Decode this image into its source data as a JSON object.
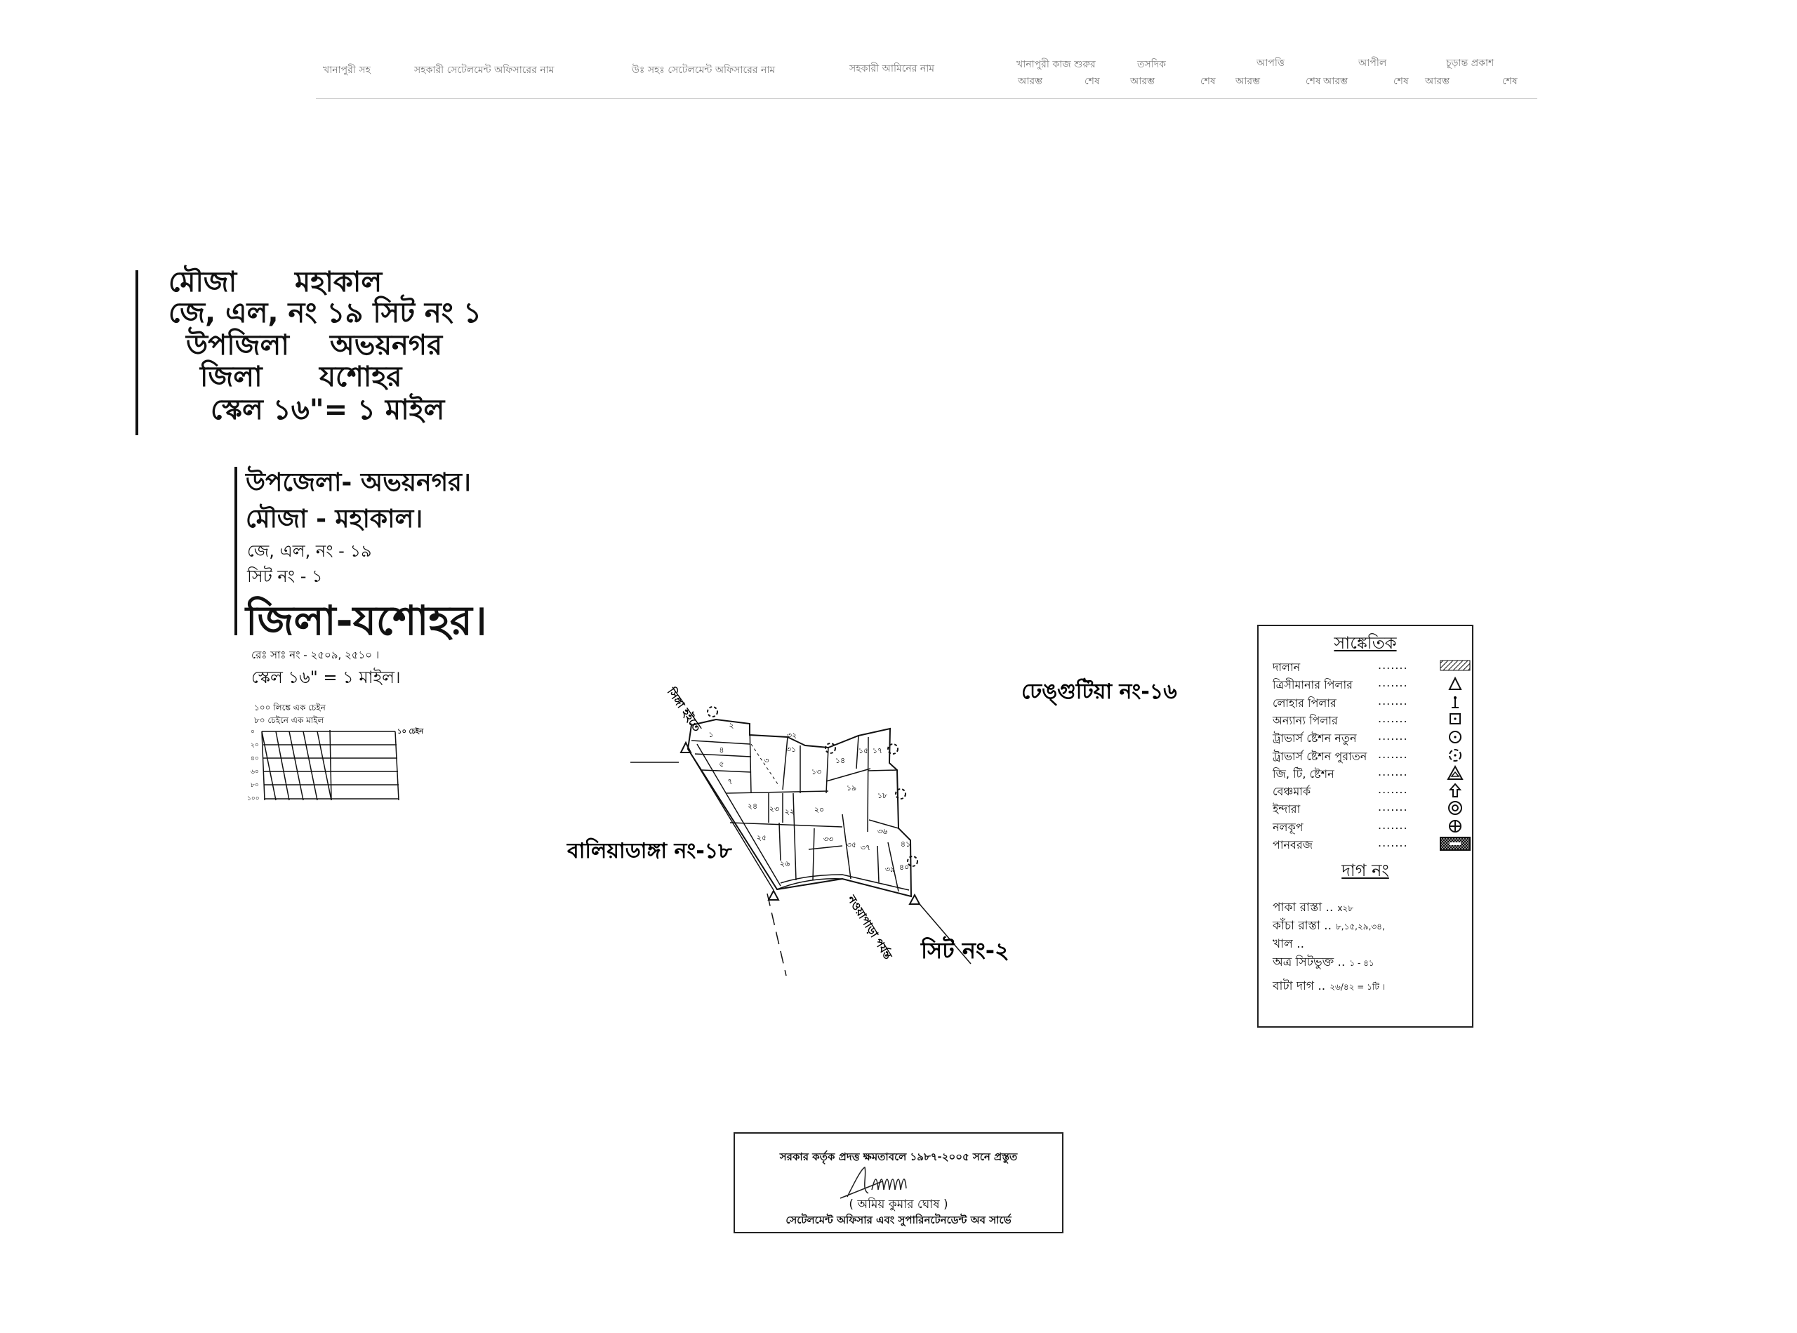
{
  "header_table": {
    "columns": [
      "খানাপুরী সহ",
      "সহকারী সেটেলমেন্ট অফিসারের নাম",
      "উঃ সহঃ সেটেলমেন্ট অফিসারের নাম",
      "সহকারী আমিনের নাম",
      "খানাপুরী কাজ শুরুর",
      "তসদিক",
      "আপত্তি",
      "আপীল",
      "চূড়ান্ত প্রকাশ"
    ],
    "subcolumns": [
      "আরম্ভ",
      "শেষ",
      "আরম্ভ",
      "শেষ",
      "আরম্ভ",
      "শেষ",
      "আরম্ভ",
      "শেষ",
      "আরম্ভ",
      "শেষ"
    ]
  },
  "title_block_1": {
    "mouza_label": "মৌজা",
    "mouza_value": "মহাকাল",
    "jl_line": "জে, এল, নং ১৯ সিট নং ১",
    "upazila_label": "উপজিলা",
    "upazila_value": "অভয়নগর",
    "district_label": "জিলা",
    "district_value": "যশোহর",
    "scale": "স্কেল ১৬\"= ১ মাইল"
  },
  "title_block_2": {
    "upazila": "উপজেলা- অভয়নগর।",
    "mouza": "মৌজা -  মহাকাল।",
    "jl_no": "জে, এল, নং - ১৯",
    "sheet_no": "সিট নং - ১",
    "district": "জিলা-যশোহর।",
    "reg_no": "রেঃ সাঃ নং - ২৫০৯, ২৫১০ ।",
    "scale": "স্কেল ১৬\" = ১ মাইল।"
  },
  "scale_diagram": {
    "note_1": "১০০ লিঙ্কে এক চেইন",
    "note_2": "৮০ চেইনে এক মাইল",
    "left_ticks": [
      "০",
      "২০",
      "৪০",
      "৬০",
      "৮০",
      "১০০"
    ],
    "right_label": "১০ চেইন"
  },
  "map": {
    "neighbors": {
      "north_east": "ঢেঙ্গুটিয়া নং-১৬",
      "west": "বালিয়াডাঙ্গা নং-১৮",
      "south": "সিট নং-২"
    },
    "road_labels": {
      "north_west": "সিঙ্গা হইতে",
      "south_west": "নওয়াপাড়া পর্যন্ত"
    },
    "parcels": [
      "১",
      "২",
      "৩",
      "৪",
      "৫",
      "৭",
      "১৩",
      "১৪",
      "১৫",
      "১৭",
      "১৮",
      "১৯",
      "২০",
      "২২",
      "২৩",
      "২৪",
      "২৫",
      "২৬",
      "৩১",
      "৩২",
      "৩৩",
      "৩৫",
      "৩৬",
      "৩৭",
      "৩৯",
      "৪০",
      "৪১"
    ]
  },
  "legend": {
    "title": "সাঙ্কেতিক",
    "dots": ".......",
    "items": [
      {
        "label": "দালান",
        "icon": "hatched-rect"
      },
      {
        "label": "ত্রিসীমানার পিলার",
        "icon": "triangle"
      },
      {
        "label": "লোহার পিলার",
        "icon": "iron-pillar"
      },
      {
        "label": "অন্যান্য পিলার",
        "icon": "dotted-square"
      },
      {
        "label": "ট্রাভার্স ষ্টেশন নতুন",
        "icon": "dotted-circle"
      },
      {
        "label": "ট্রাভার্স ষ্টেশন পুরাতন",
        "icon": "broken-circle"
      },
      {
        "label": "জি, টি, ষ্টেশন",
        "icon": "double-triangle"
      },
      {
        "label": "বেঞ্চমার্ক",
        "icon": "up-arrow"
      },
      {
        "label": "ইন্দারা",
        "icon": "double-circle"
      },
      {
        "label": "নলকূপ",
        "icon": "crossed-circle"
      },
      {
        "label": "পানবরজ",
        "icon": "crosshatched-rect"
      }
    ],
    "dag_title": "দাগ নং",
    "dag_rows": [
      {
        "label": "পাকা রাস্তা ..",
        "value": "x২৮"
      },
      {
        "label": "কাঁচা রাস্তা ..",
        "value": "৮,১৫,২৯,৩৪,"
      },
      {
        "label": "খাল ..",
        "value": ""
      },
      {
        "label": "অত্র সিটভুক্ত ..",
        "value": "১ - ৪১"
      },
      {
        "label": "বাটা দাগ ..",
        "value": "২৬/৪২ = ১টি ।"
      }
    ]
  },
  "certificate": {
    "line_1": "সরকার কর্তৃক প্রদত্ত ক্ষমতাবলে ১৯৮৭-২০০৫ সনে প্রস্তুত",
    "signature": "signature",
    "name": "( অমিয় কুমার ঘোষ )",
    "designation": "সেটেলমেন্ট অফিসার এবং সুপারিনটেনডেন্ট অব সার্ভে"
  }
}
